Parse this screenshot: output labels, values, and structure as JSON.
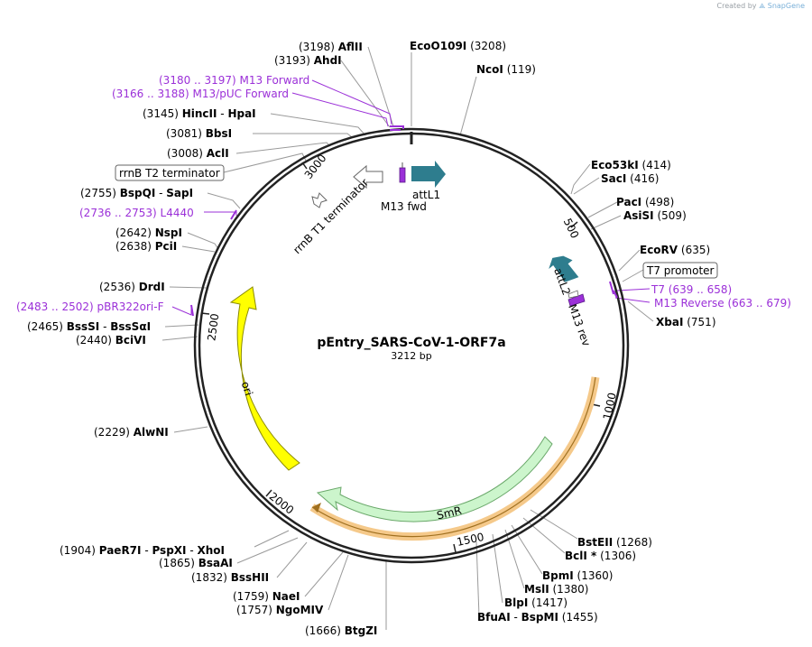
{
  "attribution": {
    "prefix": "Created by",
    "brand": "SnapGene"
  },
  "plasmid": {
    "name": "pEntry_SARS-CoV-1-ORF7a",
    "length_label": "3212 bp",
    "length": 3212
  },
  "ticks": [
    "500",
    "1000",
    "1500",
    "2000",
    "2500",
    "3000"
  ],
  "sites": [
    {
      "pos": "(3198)",
      "name": "AflII"
    },
    {
      "pos": "(3193)",
      "name": "AhdI"
    },
    {
      "pos": "(3208)",
      "name": "EcoO109I"
    },
    {
      "pos": "(119)",
      "name": "NcoI"
    },
    {
      "pos": "(3145)",
      "name": "HincII",
      "name2": "HpaI"
    },
    {
      "pos": "(3081)",
      "name": "BbsI"
    },
    {
      "pos": "(3008)",
      "name": "AclI"
    },
    {
      "pos": "(2755)",
      "name": "BspQI",
      "name2": "SapI"
    },
    {
      "pos": "(2642)",
      "name": "NspI"
    },
    {
      "pos": "(2638)",
      "name": "PciI"
    },
    {
      "pos": "(2536)",
      "name": "DrdI"
    },
    {
      "pos": "(2465)",
      "name": "BssSI",
      "name2": "BssSαI"
    },
    {
      "pos": "(2440)",
      "name": "BciVI"
    },
    {
      "pos": "(2229)",
      "name": "AlwNI"
    },
    {
      "pos": "(1904)",
      "name": "PaeR7I",
      "name2": "PspXI",
      "name3": "XhoI"
    },
    {
      "pos": "(1865)",
      "name": "BsaAI"
    },
    {
      "pos": "(1832)",
      "name": "BssHII"
    },
    {
      "pos": "(1759)",
      "name": "NaeI"
    },
    {
      "pos": "(1757)",
      "name": "NgoMIV"
    },
    {
      "pos": "(1666)",
      "name": "BtgZI"
    },
    {
      "pos": "(414)",
      "name": "Eco53kI"
    },
    {
      "pos": "(416)",
      "name": "SacI"
    },
    {
      "pos": "(498)",
      "name": "PacI"
    },
    {
      "pos": "(509)",
      "name": "AsiSI"
    },
    {
      "pos": "(635)",
      "name": "EcoRV"
    },
    {
      "pos": "(751)",
      "name": "XbaI"
    },
    {
      "pos": "(1268)",
      "name": "BstEII"
    },
    {
      "pos": "(1306)",
      "name": "BclI *"
    },
    {
      "pos": "(1360)",
      "name": "BpmI"
    },
    {
      "pos": "(1380)",
      "name": "MslI"
    },
    {
      "pos": "(1417)",
      "name": "BlpI"
    },
    {
      "pos": "(1455)",
      "name": "BfuAI",
      "name2": "BspMI"
    }
  ],
  "primers": [
    {
      "range": "(3180 .. 3197)",
      "name": "M13 Forward"
    },
    {
      "range": "(3166 .. 3188)",
      "name": "M13/pUC Forward"
    },
    {
      "range": "(2736 .. 2753)",
      "name": "L4440"
    },
    {
      "range": "(2483 .. 2502)",
      "name": "pBR322ori-F"
    },
    {
      "range": "(639 .. 658)",
      "name": "T7"
    },
    {
      "range": "(663 .. 679)",
      "name": "M13 Reverse"
    }
  ],
  "boxed_labels": {
    "rrnb_t2": "rrnB T2 terminator",
    "t7_promoter": "T7 promoter"
  },
  "features": {
    "rrnb_t1": "rrnB T1 terminator",
    "m13_fwd": "M13 fwd",
    "attl1": "attL1",
    "attl2": "attL2",
    "m13_rev": "M13 rev",
    "ori": "ori",
    "smr": "SmR"
  },
  "colors": {
    "backbone": "#222222",
    "primer": "#9b30d8",
    "att": "#2e7d8e",
    "ori": "#ffff00",
    "smr": "#ccf5cc",
    "orf_highlight": "#f5c98a",
    "leader": "#9a9a9a"
  }
}
